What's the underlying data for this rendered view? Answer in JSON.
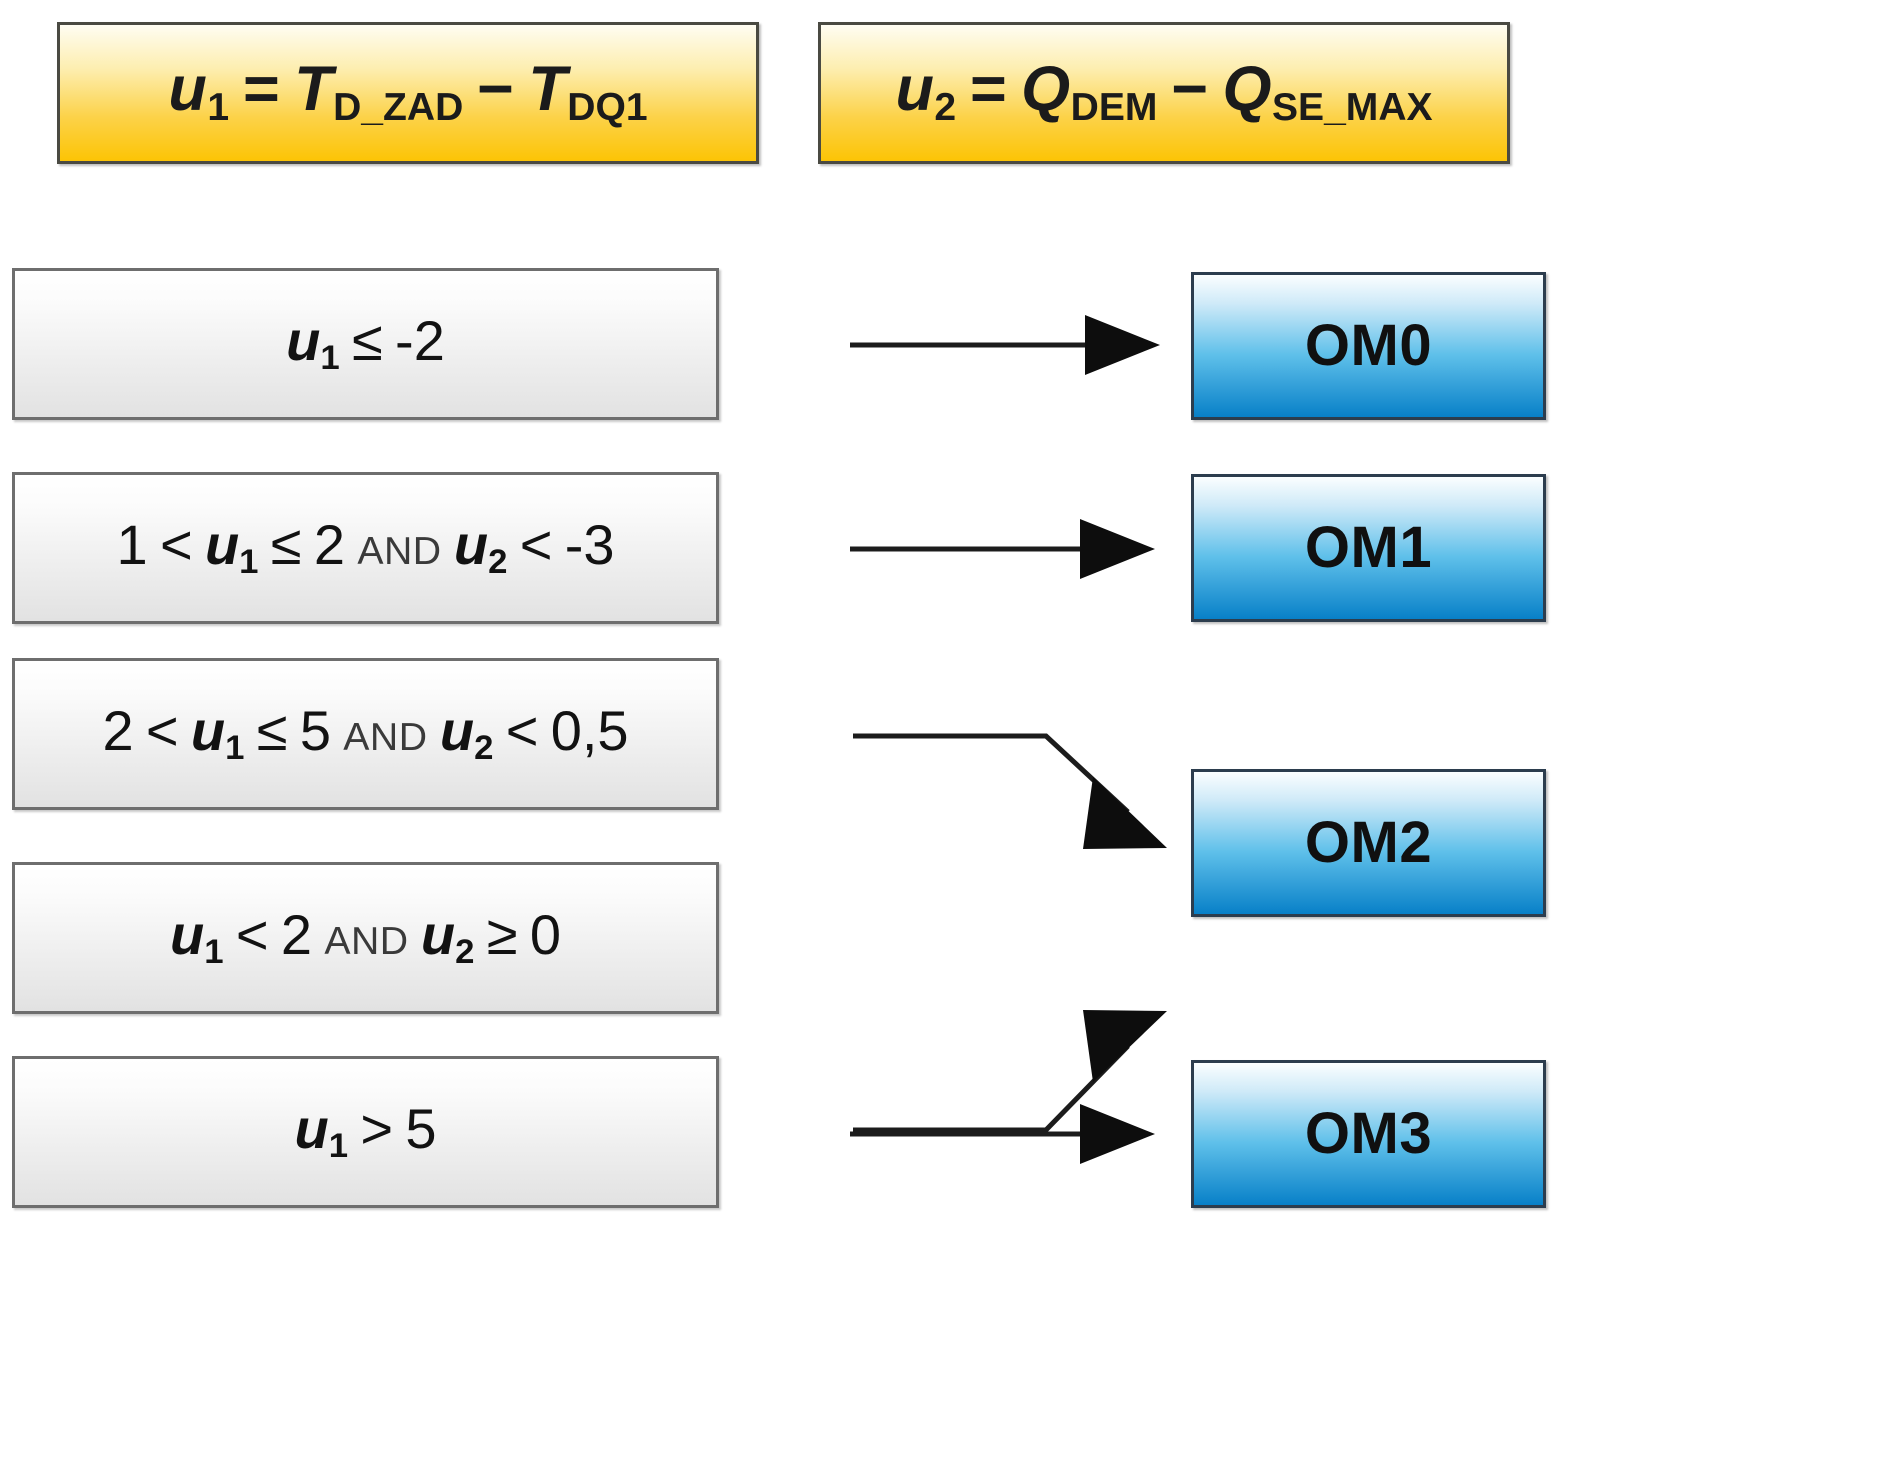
{
  "diagram": {
    "type": "decision-mapping-diagram",
    "headers": [
      {
        "id": "u1",
        "text": "u1 = TD_ZAD − TDQ1",
        "variable": "u1",
        "terms": [
          "T_D_ZAD",
          "T_DQ1"
        ],
        "operator": "−"
      },
      {
        "id": "u2",
        "text": "u2 = QDEM − QSE_MAX",
        "variable": "u2",
        "terms": [
          "Q_DEM",
          "Q_SE_MAX"
        ],
        "operator": "−"
      }
    ],
    "conditions": [
      {
        "id": "c0",
        "text": "u1 ≤ -2",
        "target": "OM0"
      },
      {
        "id": "c1",
        "text": "1 < u1 ≤ 2 AND u2 < -3",
        "target": "OM1"
      },
      {
        "id": "c2",
        "text": "2 < u1 ≤ 5 AND u2 < 0,5",
        "target": "OM2"
      },
      {
        "id": "c3",
        "text": "u1 < 2 AND u2 ≥ 0",
        "target": "OM2"
      },
      {
        "id": "c4",
        "text": "u1 > 5",
        "target": "OM3"
      }
    ],
    "outputs": [
      {
        "id": "om0",
        "label": "OM0"
      },
      {
        "id": "om1",
        "label": "OM1"
      },
      {
        "id": "om2",
        "label": "OM2"
      },
      {
        "id": "om3",
        "label": "OM3"
      }
    ],
    "and_word": "AND",
    "colors": {
      "header_fill_top": "#fffdf2",
      "header_fill_bottom": "#fcc405",
      "header_border": "#4a4a42",
      "condition_fill_top": "#ffffff",
      "condition_fill_bottom": "#e2e2e2",
      "condition_border": "#6e6e6e",
      "output_fill_top": "#fbfeff",
      "output_fill_bottom": "#0880c8",
      "output_border": "#2c3d4e",
      "arrow_color": "#1a1a1a",
      "background": "#ffffff"
    },
    "arrows": [
      {
        "id": "a0",
        "from": "c0",
        "to": "om0",
        "style": "straight"
      },
      {
        "id": "a1",
        "from": "c1",
        "to": "om1",
        "style": "straight"
      },
      {
        "id": "a2",
        "from": "c2",
        "to": "om2",
        "style": "elbow-down"
      },
      {
        "id": "a3",
        "from": "c3",
        "to": "om2",
        "style": "elbow-up"
      },
      {
        "id": "a4",
        "from": "c4",
        "to": "om3",
        "style": "straight"
      }
    ]
  }
}
